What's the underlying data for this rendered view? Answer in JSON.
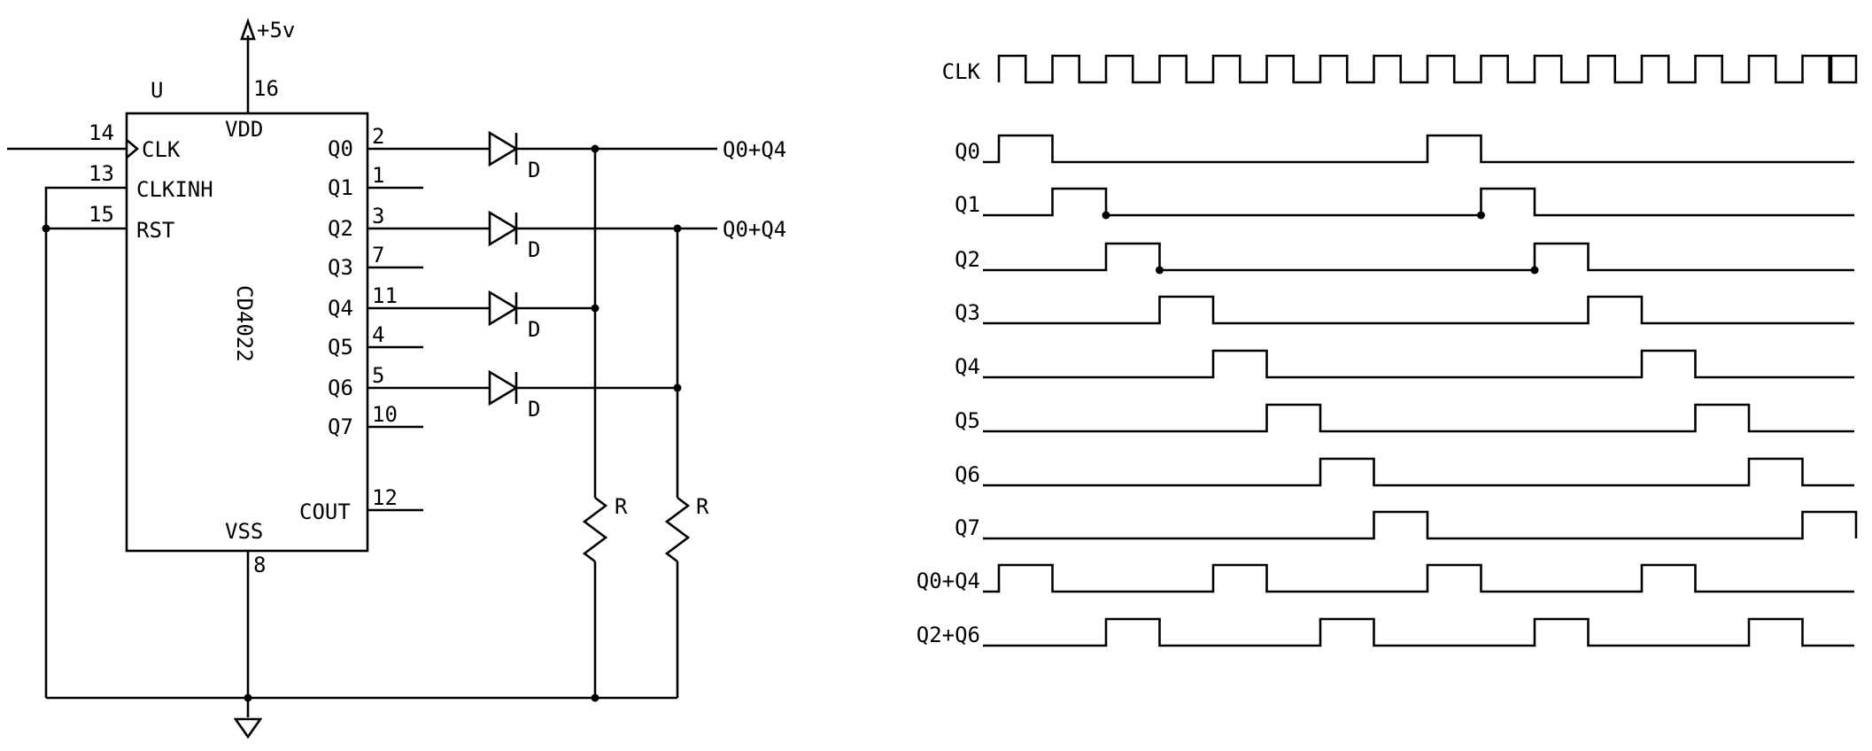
{
  "schematic": {
    "chip_ref": "U",
    "chip_name": "CD4022",
    "supply_label": "+5v",
    "vdd_label": "VDD",
    "vdd_pin": "16",
    "vss_label": "VSS",
    "vss_pin": "8",
    "inputs": [
      {
        "pin": "14",
        "name": "CLK"
      },
      {
        "pin": "13",
        "name": "CLKINH"
      },
      {
        "pin": "15",
        "name": "RST"
      }
    ],
    "outputs": [
      {
        "name": "Q0",
        "pin": "2"
      },
      {
        "name": "Q1",
        "pin": "1"
      },
      {
        "name": "Q2",
        "pin": "3"
      },
      {
        "name": "Q3",
        "pin": "7"
      },
      {
        "name": "Q4",
        "pin": "11"
      },
      {
        "name": "Q5",
        "pin": "4"
      },
      {
        "name": "Q6",
        "pin": "5"
      },
      {
        "name": "Q7",
        "pin": "10"
      }
    ],
    "cout": {
      "name": "COUT",
      "pin": "12"
    },
    "diode_label": "D",
    "resistor_label": "R",
    "or_outputs": [
      "Q0+Q4",
      "Q0+Q4"
    ]
  },
  "timing": {
    "signals": [
      {
        "name": "CLK",
        "type": "clock"
      },
      {
        "name": "Q0",
        "high": [
          [
            0,
            1
          ],
          [
            8,
            9
          ]
        ]
      },
      {
        "name": "Q1",
        "high": [
          [
            1,
            2
          ],
          [
            9,
            10
          ]
        ]
      },
      {
        "name": "Q2",
        "high": [
          [
            2,
            3
          ],
          [
            10,
            11
          ]
        ]
      },
      {
        "name": "Q3",
        "high": [
          [
            3,
            4
          ],
          [
            11,
            12
          ]
        ]
      },
      {
        "name": "Q4",
        "high": [
          [
            4,
            5
          ],
          [
            12,
            13
          ]
        ]
      },
      {
        "name": "Q5",
        "high": [
          [
            5,
            6
          ],
          [
            13,
            14
          ]
        ]
      },
      {
        "name": "Q6",
        "high": [
          [
            6,
            7
          ],
          [
            14,
            15
          ]
        ]
      },
      {
        "name": "Q7",
        "high": [
          [
            7,
            8
          ],
          [
            15,
            16
          ]
        ]
      },
      {
        "name": "Q0+Q4",
        "high": [
          [
            0,
            1
          ],
          [
            4,
            5
          ],
          [
            8,
            9
          ],
          [
            12,
            13
          ]
        ]
      },
      {
        "name": "Q2+Q6",
        "high": [
          [
            2,
            3
          ],
          [
            6,
            7
          ],
          [
            10,
            11
          ],
          [
            14,
            15
          ]
        ]
      }
    ]
  }
}
